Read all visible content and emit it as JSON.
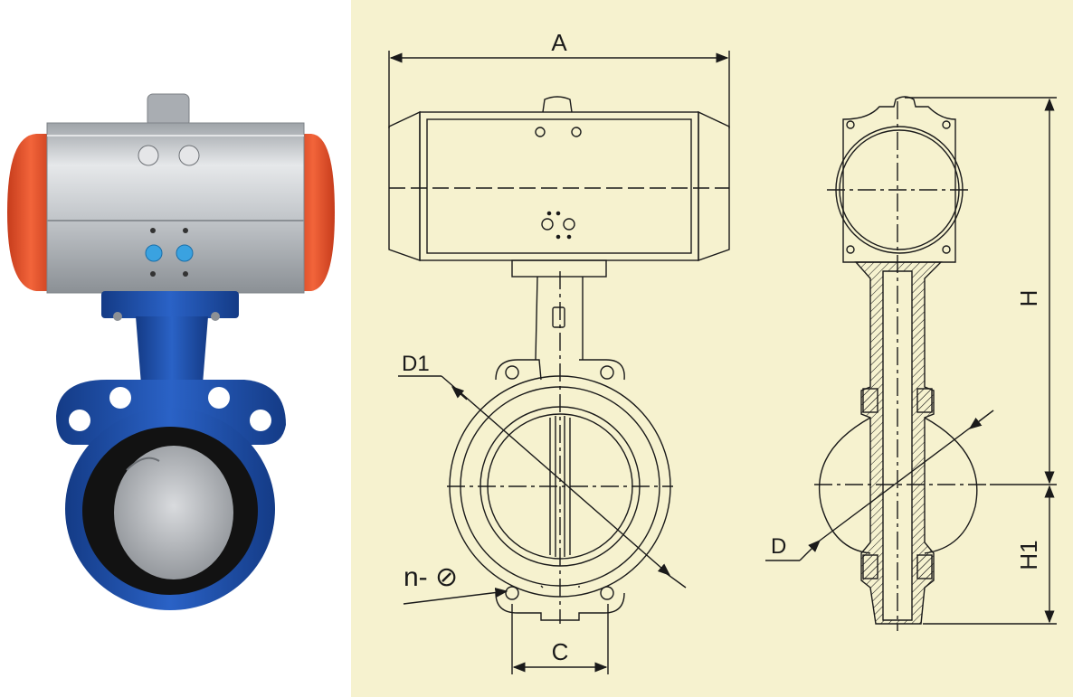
{
  "drawing": {
    "labels": {
      "a": "A",
      "d1": "D1",
      "d": "D",
      "h": "H",
      "h1": "H1",
      "n_phi": "n- ⊘",
      "c": "C"
    }
  },
  "colors": {
    "actuator_body": "#c9ccd0",
    "end_caps": "#e2502b",
    "valve_body": "#1f4fa8",
    "liner": "#111111",
    "disc": "#b9bcc1",
    "drawing_background": "#f6f2cf",
    "line": "#1a1a1a"
  }
}
